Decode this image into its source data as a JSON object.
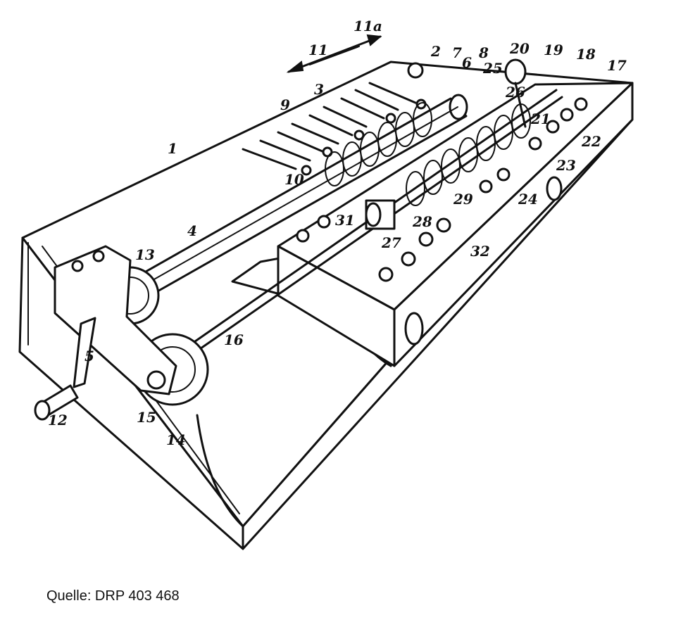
{
  "caption": "Quelle: DRP 403 468",
  "reference_numerals": [
    "1",
    "2",
    "3",
    "4",
    "5",
    "6",
    "7",
    "8",
    "9",
    "10",
    "11",
    "11a",
    "12",
    "13",
    "14",
    "15",
    "16",
    "17",
    "18",
    "19",
    "20",
    "21",
    "22",
    "23",
    "24",
    "25",
    "26",
    "27",
    "28",
    "29",
    "31",
    "32"
  ]
}
